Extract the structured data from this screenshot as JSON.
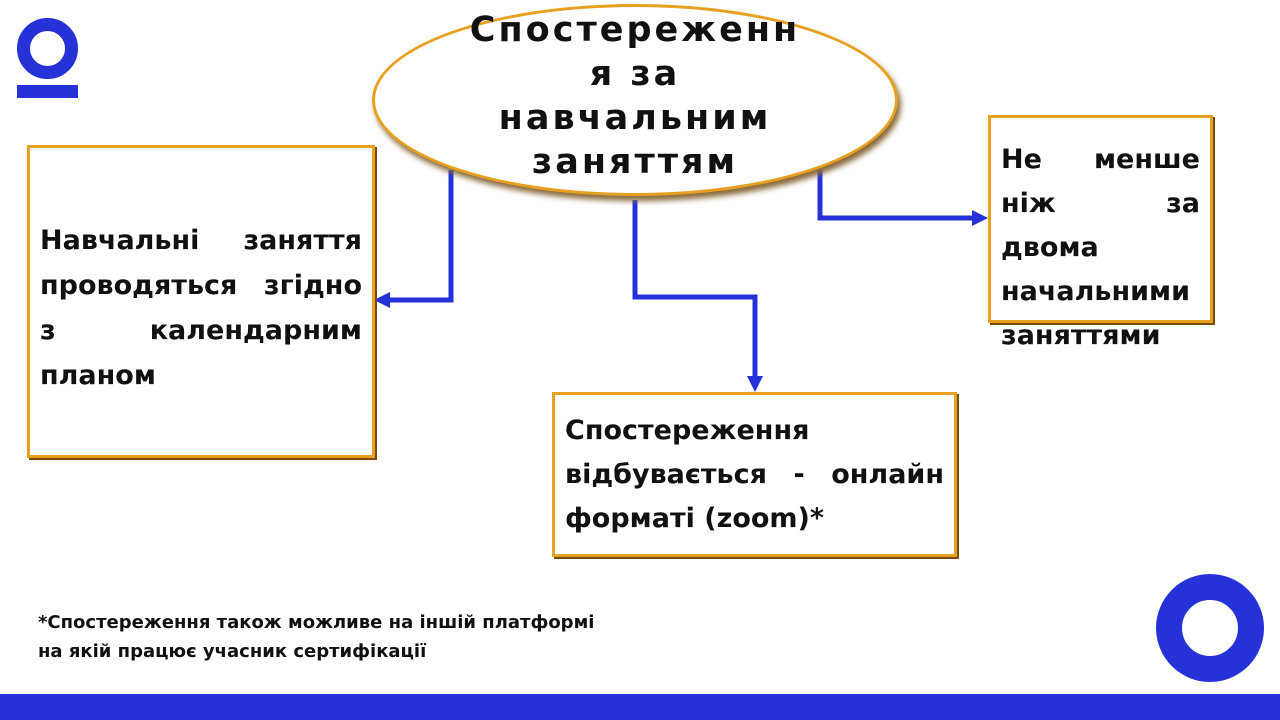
{
  "colors": {
    "accent": "#2432d8",
    "border": "#e8a020"
  },
  "center_node": {
    "text": "Спостереженн я за навчальним заняттям"
  },
  "left_node": {
    "text": "Навчальні заняття проводяться згідно з календарним планом"
  },
  "right_node": {
    "text": "Не менше ніж за двома начальними заняттями"
  },
  "bottom_node": {
    "text": "Спостереження відбувається - онлайн форматі (zoom)*"
  },
  "footnote": {
    "line1": "*Спостереження також можливе на іншій платформі",
    "line2": "на якій працює учасник сертифікації"
  },
  "logo": {
    "icon": "logo-icon"
  }
}
